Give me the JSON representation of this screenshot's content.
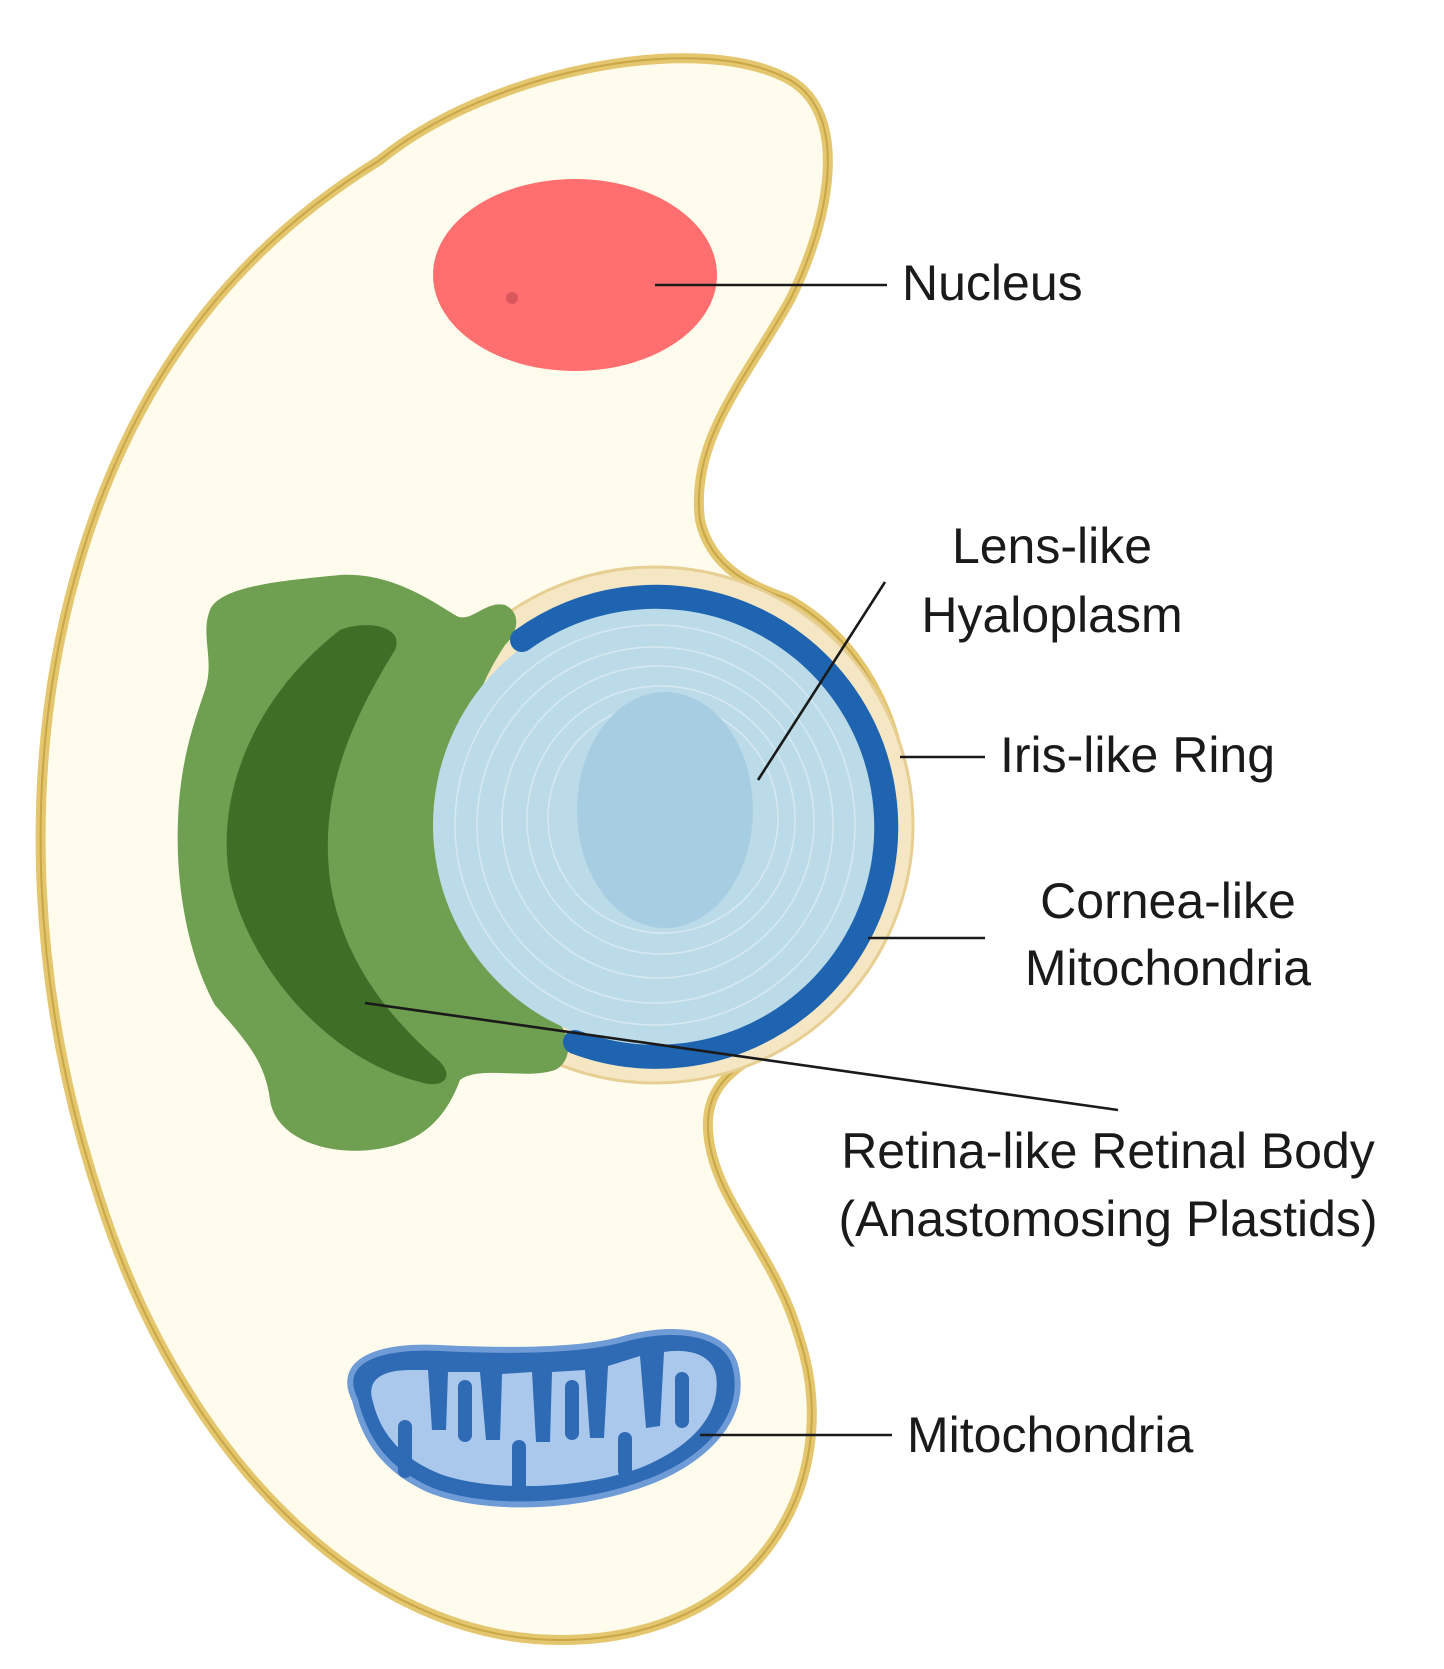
{
  "labels": {
    "nucleus": "Nucleus",
    "lens_line1": "Lens-like",
    "lens_line2": "Hyaloplasm",
    "iris": "Iris-like Ring",
    "cornea_line1": "Cornea-like",
    "cornea_line2": "Mitochondria",
    "retina_line1": "Retina-like Retinal Body",
    "retina_line2": "(Anastomosing Plastids)",
    "mitochondria": "Mitochondria"
  },
  "colors": {
    "cell_fill": "#fffcee",
    "cell_membrane": "#e3c66e",
    "nucleus": "#ff6f6f",
    "nucleolus": "#d9575a",
    "plastid_light": "#6f9f50",
    "plastid_dark": "#3f6e27",
    "lens": "#bcdbe9",
    "lens_core": "#a7cde2",
    "iris_ring": "#1e64b0",
    "cornea_rim": "#f6e7c4",
    "mitochondrion_outer": "#2f6ab4",
    "mitochondrion_inner": "#a9c8ec",
    "text": "#1a1a1a"
  }
}
